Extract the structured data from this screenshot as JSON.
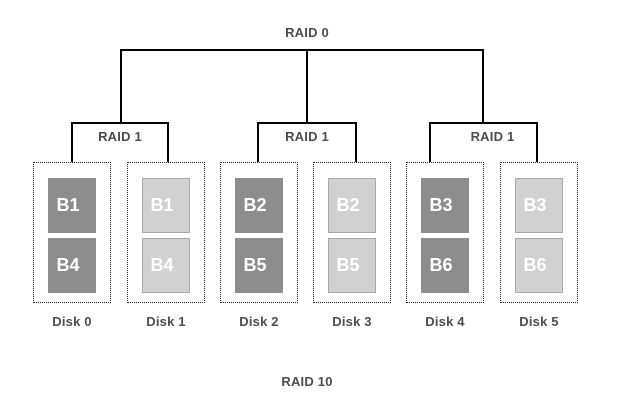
{
  "diagram": {
    "type": "raid-topology",
    "top_label": "RAID 0",
    "bottom_label": "RAID 10",
    "groups": [
      {
        "label": "RAID 1",
        "disks": [
          {
            "name": "Disk 0",
            "role": "primary",
            "blocks": [
              "B1",
              "B4"
            ]
          },
          {
            "name": "Disk 1",
            "role": "mirror",
            "blocks": [
              "B1",
              "B4"
            ]
          }
        ]
      },
      {
        "label": "RAID 1",
        "disks": [
          {
            "name": "Disk 2",
            "role": "primary",
            "blocks": [
              "B2",
              "B5"
            ]
          },
          {
            "name": "Disk 3",
            "role": "mirror",
            "blocks": [
              "B2",
              "B5"
            ]
          }
        ]
      },
      {
        "label": "RAID 1",
        "disks": [
          {
            "name": "Disk 4",
            "role": "primary",
            "blocks": [
              "B3",
              "B6"
            ]
          },
          {
            "name": "Disk 5",
            "role": "mirror",
            "blocks": [
              "B3",
              "B6"
            ]
          }
        ]
      }
    ],
    "colors": {
      "primary_block": "#8d8d8d",
      "mirror_block": "#d1d1d1",
      "mirror_block_border": "#a9a9a9",
      "block_text": "#ffffff",
      "label_text": "#4d4d4d",
      "line": "#000000"
    }
  }
}
